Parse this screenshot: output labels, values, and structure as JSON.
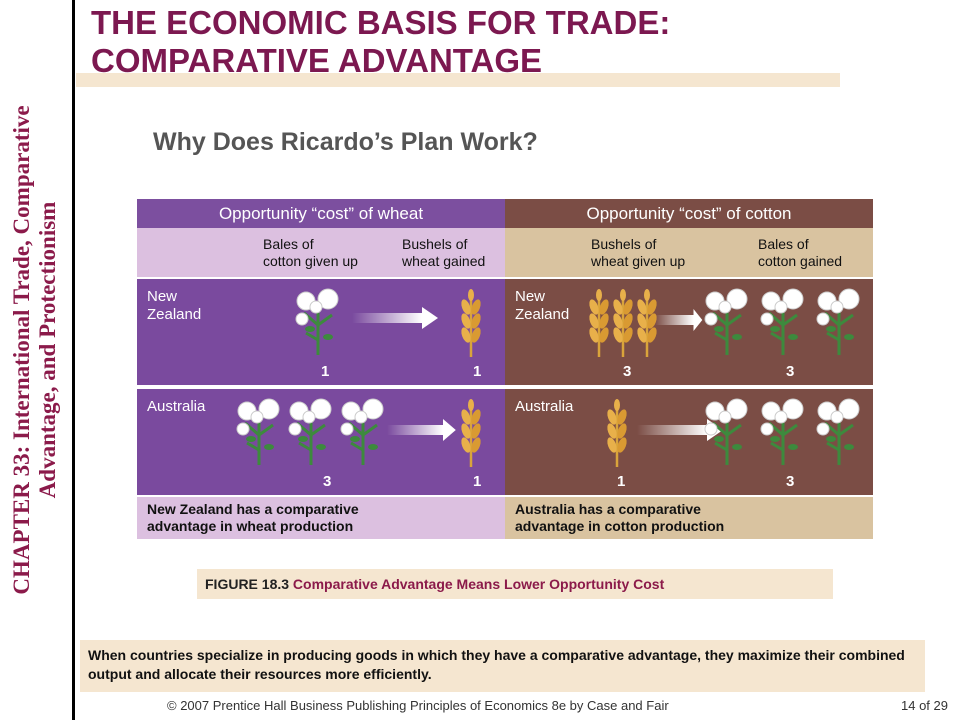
{
  "chapter_label": "CHAPTER 33:  International Trade, Comparative Advantage, and Protectionism",
  "chapter_line1": "CHAPTER 33:  International Trade, Comparative",
  "chapter_line2": "Advantage, and Protectionism",
  "title_line1": "THE ECONOMIC BASIS FOR TRADE:",
  "title_line2": "COMPARATIVE ADVANTAGE",
  "subtitle": "Why Does Ricardo’s Plan Work?",
  "figure": {
    "wheat_header": "Opportunity “cost” of wheat",
    "cotton_header": "Opportunity “cost” of cotton",
    "wheat_col1": [
      "Bales of",
      "cotton given up"
    ],
    "wheat_col2": [
      "Bushels of",
      "wheat gained"
    ],
    "cotton_col1": [
      "Bushels of",
      "wheat given up"
    ],
    "cotton_col2": [
      "Bales of",
      "cotton gained"
    ],
    "nz_label": [
      "New",
      "Zealand"
    ],
    "au_label": "Australia",
    "nz_wheat": {
      "given": "1",
      "gained": "1"
    },
    "nz_cotton": {
      "given": "3",
      "gained": "3"
    },
    "au_wheat": {
      "given": "3",
      "gained": "1"
    },
    "au_cotton": {
      "given": "1",
      "gained": "3"
    },
    "wheat_footer": [
      "New Zealand has a comparative",
      "advantage in wheat production"
    ],
    "cotton_footer": [
      "Australia has a comparative",
      "advantage in cotton production"
    ],
    "colors": {
      "purple": "#7a4a9e",
      "brown": "#7b4d45",
      "lavender": "#dcc0e0",
      "tan": "#d9c3a0"
    }
  },
  "caption": {
    "figure_no": "FIGURE 18.3",
    "title": "Comparative Advantage Means Lower Opportunity Cost"
  },
  "summary": "When countries specialize in producing goods in which they have a comparative advantage, they maximize their combined output and allocate their resources more efficiently.",
  "footer": "© 2007 Prentice Hall Business Publishing   Principles of Economics 8e by Case and Fair",
  "page": "14 of 29"
}
